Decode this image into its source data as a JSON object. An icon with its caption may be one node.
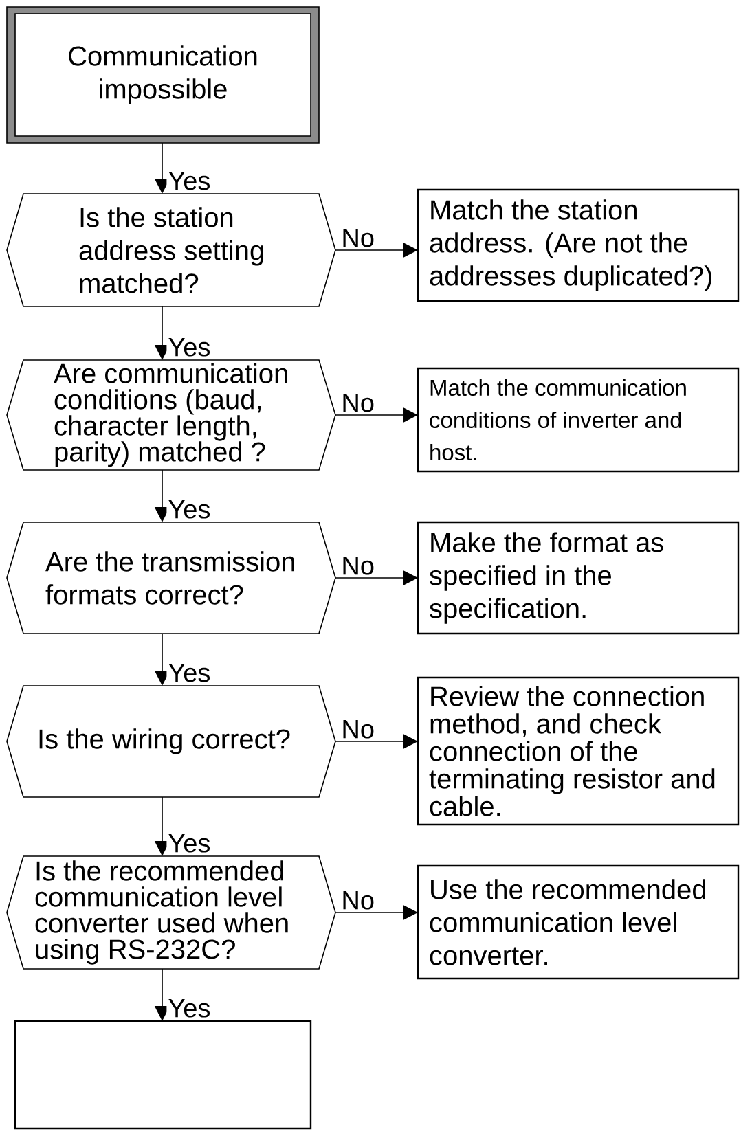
{
  "diagram": {
    "nodes": [
      {
        "text": [
          "Communication impossible"
        ]
      },
      {
        "text": [
          "Is the station address setting matched?"
        ]
      },
      {
        "text": [
          "Match the station address. (Are not the addresses duplicated?)"
        ]
      },
      {
        "text": [
          "Are communication conditions (baud, character length, parity) matched ?"
        ]
      },
      {
        "text": [
          "Match the communication conditions of inverter and host."
        ]
      },
      {
        "text": [
          "Are the transmission formats correct?"
        ]
      },
      {
        "text": [
          "Make the format as specified in the specification."
        ]
      },
      {
        "text": [
          "Is the wiring correct?"
        ]
      },
      {
        "text": [
          "Review the connection method, and check connection of the terminating resistor and cable."
        ]
      },
      {
        "text": [
          "Is the recommended communication level converter used when using RS-232C?"
        ]
      },
      {
        "text": [
          "Use the recommended communication level converter."
        ]
      },
      {
        "text": [],
        "shape": "box"
      }
    ],
    "edges": [
      {
        "from": 0,
        "to": 1,
        "arrow": "to",
        "label": "Yes"
      },
      {
        "from": 1,
        "to": 2,
        "arrow": "to",
        "label": "No"
      },
      {
        "from": 1,
        "to": 3,
        "arrow": "to",
        "label": "Yes"
      },
      {
        "from": 3,
        "to": 4,
        "arrow": "to",
        "label": "No"
      },
      {
        "from": 3,
        "to": 5,
        "arrow": "to",
        "label": "Yes"
      },
      {
        "from": 5,
        "to": 6,
        "arrow": "to",
        "label": "No"
      },
      {
        "from": 5,
        "to": 7,
        "arrow": "to",
        "label": "Yes"
      },
      {
        "from": 7,
        "to": 8,
        "arrow": "to",
        "label": "No"
      },
      {
        "from": 7,
        "to": 9,
        "arrow": "to",
        "label": "Yes"
      },
      {
        "from": 9,
        "to": 10,
        "arrow": "to",
        "label": "No"
      },
      {
        "from": 9,
        "to": 11,
        "arrow": "to",
        "label": "Yes"
      }
    ]
  }
}
